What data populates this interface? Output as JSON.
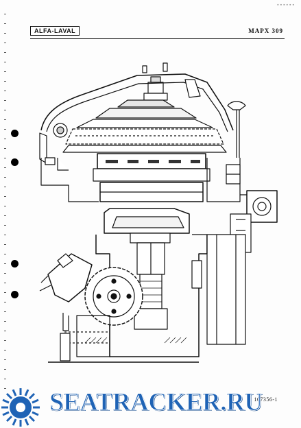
{
  "header": {
    "brand": "ALFA-LAVAL",
    "model": "MAPX 309"
  },
  "footer": {
    "document_number": "107356-1"
  },
  "corner_mark": "▪▪▪▪▪▪",
  "watermark": {
    "text": "SEATRACKER.RU",
    "color": "#1f63b5"
  },
  "colors": {
    "ink": "#111111",
    "paper": "#fdfdfd"
  },
  "icons": {
    "binder_holes": "binder-hole-icon",
    "logo": "sun-burst-logo-icon"
  }
}
